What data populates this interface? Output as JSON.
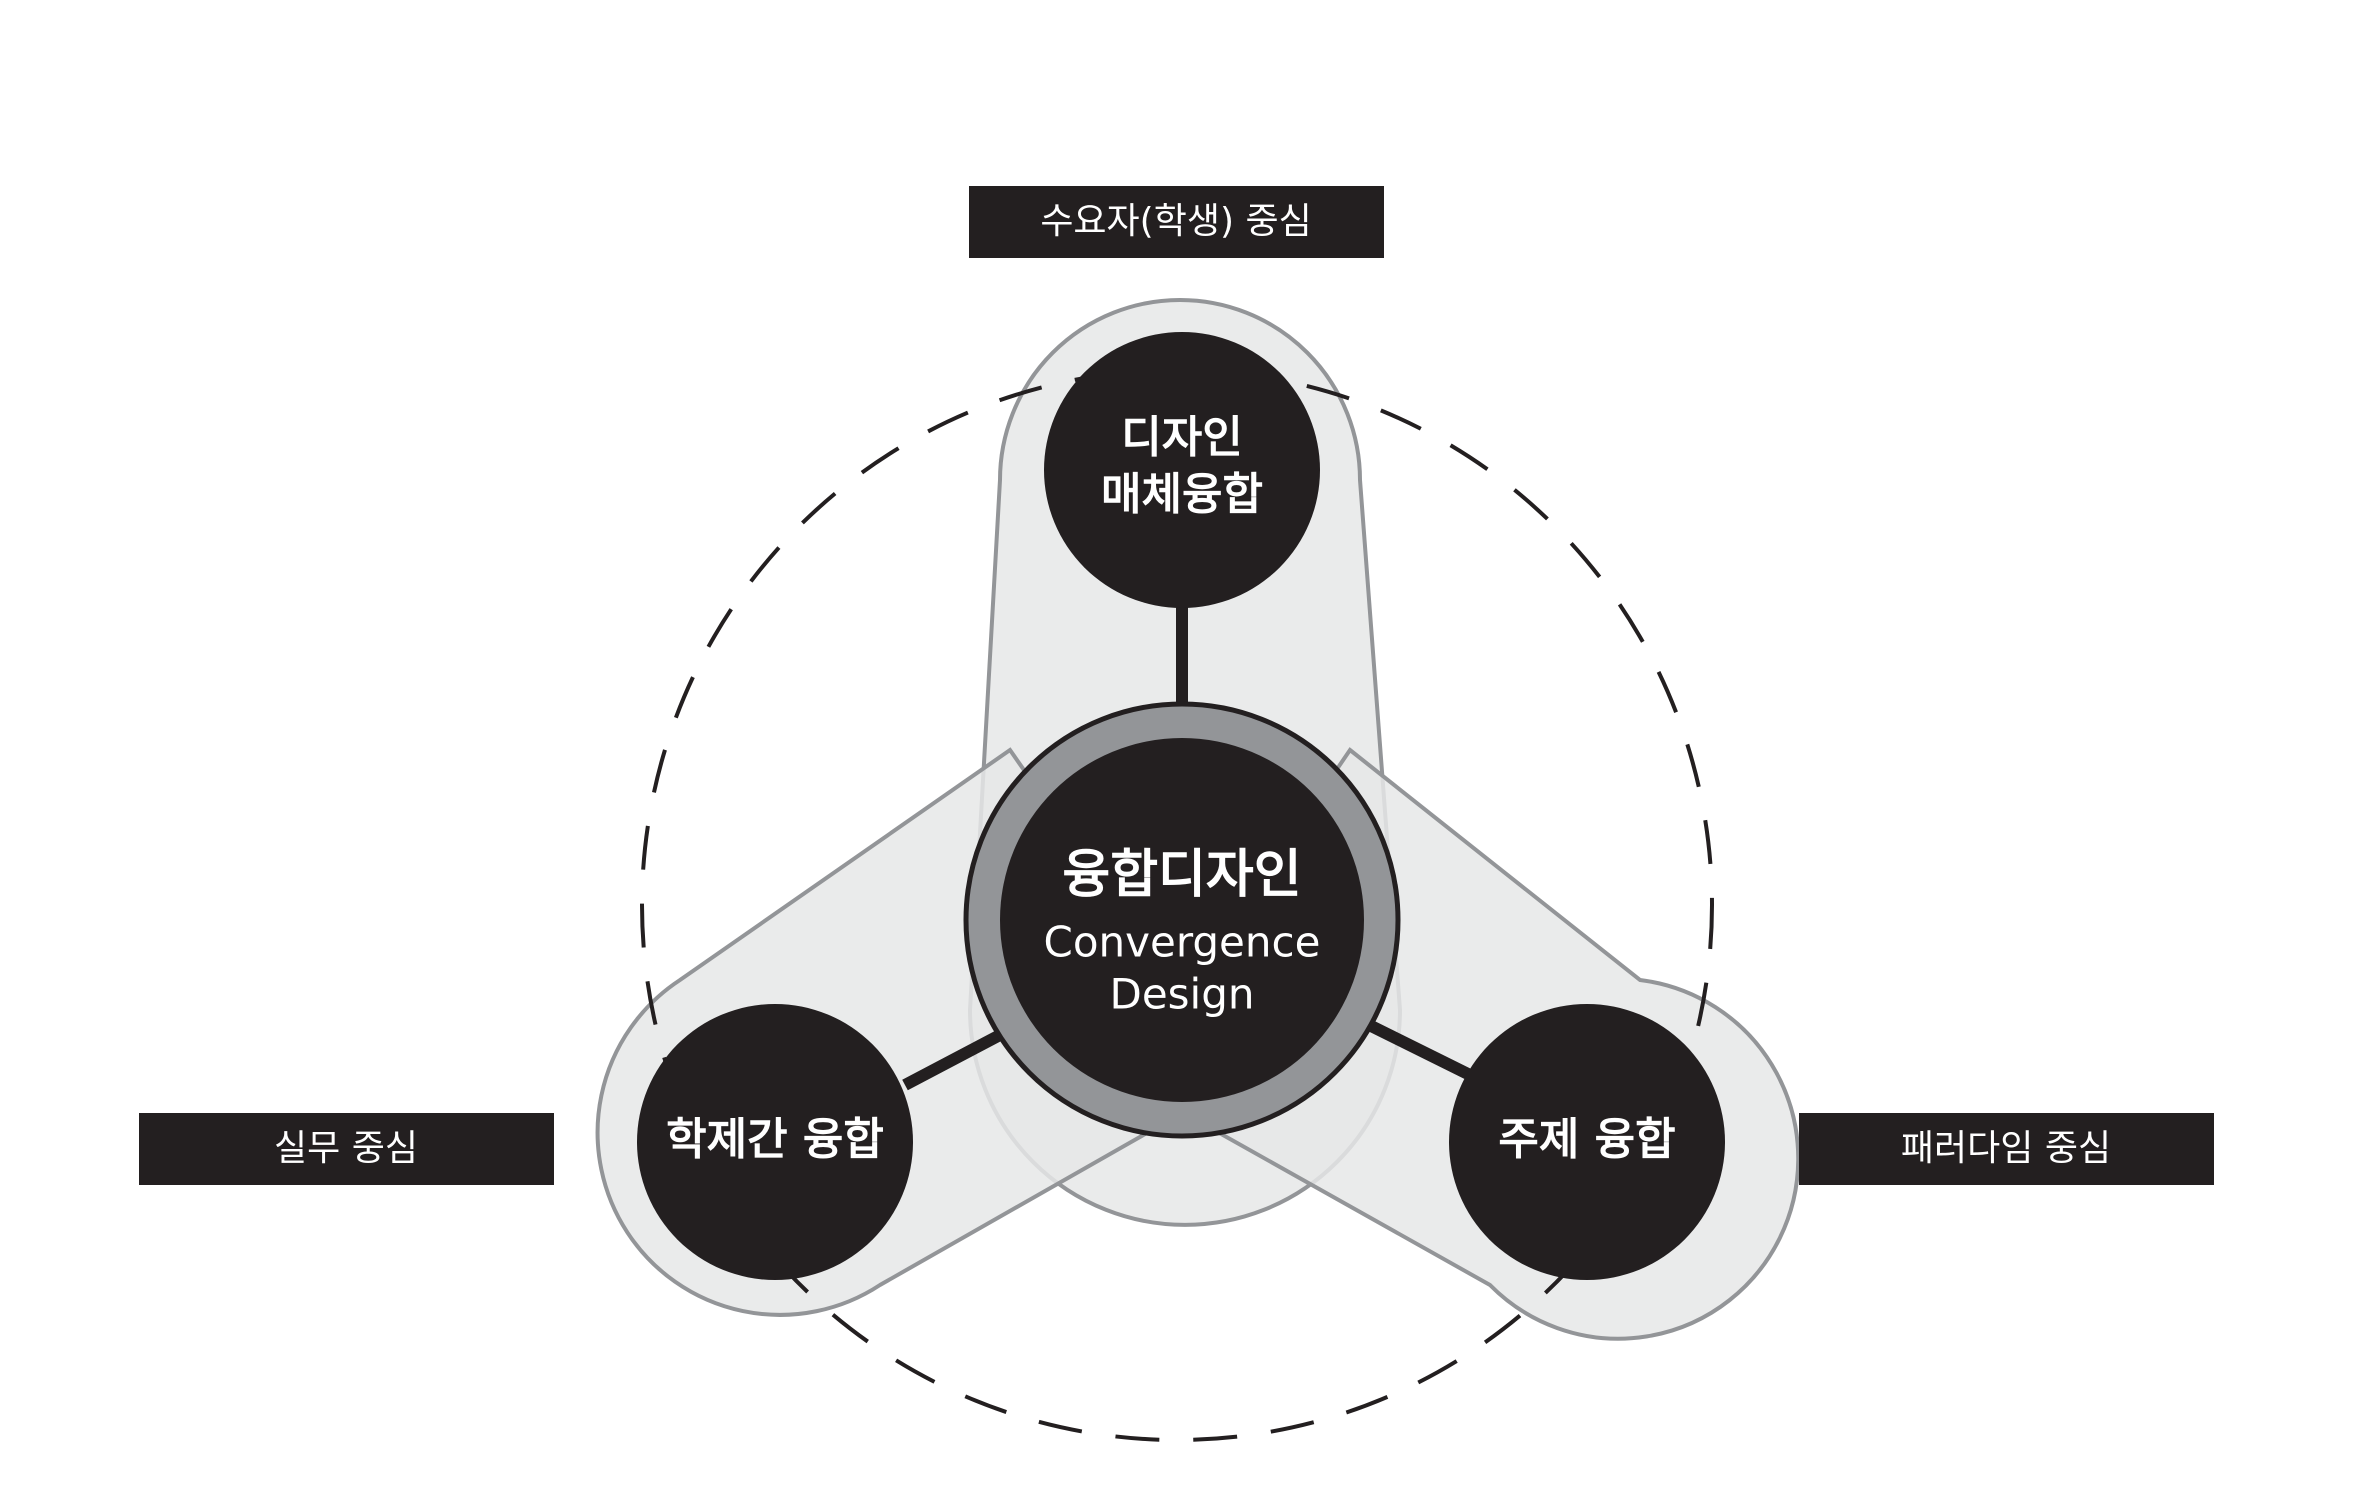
{
  "center": {
    "title_ko": "융합디자인",
    "title_en_line1": "Convergence",
    "title_en_line2": "Design"
  },
  "nodes": {
    "top": {
      "line1": "디자인",
      "line2": "매체융합"
    },
    "left": {
      "label": "학제간 융합"
    },
    "right": {
      "label": "주제 융합"
    }
  },
  "labels": {
    "top": "수요자(학생) 중심",
    "left": "실무 중심",
    "right": "패러다임 중심"
  },
  "colors": {
    "node_fill": "#231f20",
    "label_fill": "#231f20",
    "lobe_fill": "#e6e7e8",
    "lobe_stroke": "#939598",
    "ring_fill": "#939598",
    "text": "#ffffff"
  }
}
